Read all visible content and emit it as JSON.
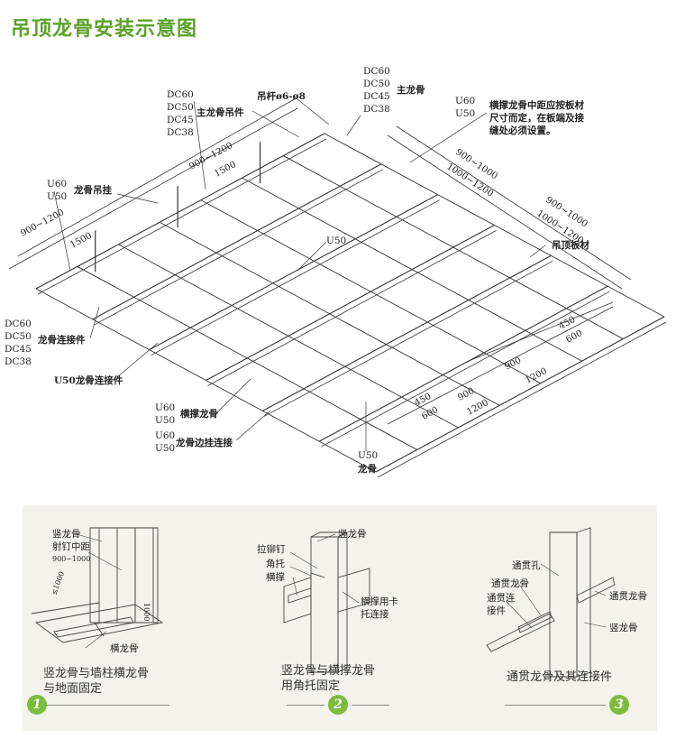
{
  "title": "吊顶龙骨安装示意图",
  "labels": {
    "dc_top": [
      "DC60",
      "DC50",
      "DC45",
      "DC38"
    ],
    "main_keel": "主龙骨",
    "dc_left_top": [
      "DC60",
      "DC50",
      "DC45",
      "DC38"
    ],
    "hanger_rod": "吊杆ø6-ø8",
    "main_keel_hanger": "主龙骨吊件",
    "u_right_top": [
      "U60",
      "U50"
    ],
    "note": [
      "横撑龙骨中距应按板材",
      "尺寸而定，在板端及接",
      "缝处必须设置。"
    ],
    "u_left": [
      "U60",
      "U50"
    ],
    "keel_hanger_post": "龙骨吊挂",
    "u50_mid": "U50",
    "ceiling_board": "吊顶板材",
    "dc_left_mid": [
      "DC60",
      "DC50",
      "DC45",
      "DC38"
    ],
    "keel_connector": "龙骨连接件",
    "u50_connector": "U50龙骨连接件",
    "u_cross": [
      "U60",
      "U50"
    ],
    "cross_keel": "横撑龙骨",
    "u_edge": [
      "U60",
      "U50"
    ],
    "edge_connector": "龙骨边挂连接",
    "u50_bottom": "U50",
    "keel_bottom": "龙骨"
  },
  "dims": {
    "top_left_a": "900~1200",
    "top_left_b": "1500",
    "left_a": "900~1200",
    "left_b": "1500",
    "top_right_a": "900~1000",
    "top_right_b": "1000~1200",
    "right_a": "900~1000",
    "right_b": "1000~1200",
    "right_450": "450",
    "right_600": "600",
    "right_900": "900",
    "right_1200": "1200",
    "bot_450": "450",
    "bot_600": "600",
    "bot_900": "900",
    "bot_1200": "1200"
  },
  "details": [
    {
      "caption": [
        "竖龙骨与墙柱横龙骨",
        "与地面固定"
      ],
      "number": "1",
      "labels": {
        "vertical": "竖龙骨",
        "nail": "射钉中距",
        "spacing": "900~1000",
        "horizontal": "横龙骨",
        "dim_a": "≤1000",
        "dim_b": "1000"
      }
    },
    {
      "caption": [
        "竖龙骨与横撑龙骨",
        "用角托固定"
      ],
      "number": "2",
      "labels": {
        "vertical": "竖龙骨",
        "rivet": "拉铆钉",
        "bracket": "角托",
        "brace": "横撑",
        "clip": [
          "横撑用卡",
          "托连接"
        ]
      }
    },
    {
      "caption": [
        "通贯龙骨及其连接件"
      ],
      "number": "3",
      "labels": {
        "hole": "通贯孔",
        "through": "通贯龙骨",
        "through_conn": [
          "通贯连",
          "接件"
        ],
        "through_right": "通贯龙骨",
        "vertical": "竖龙骨"
      }
    }
  ]
}
